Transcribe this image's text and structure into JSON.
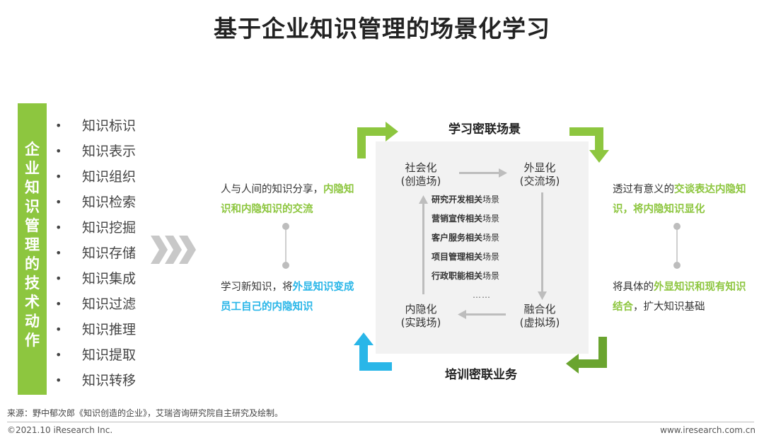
{
  "title": "基于企业知识管理的场景化学习",
  "left_panel": {
    "vertical_label": "企业知识管理的技术动作",
    "items": [
      "知识标识",
      "知识表示",
      "知识组织",
      "知识检索",
      "知识挖掘",
      "知识存储",
      "知识集成",
      "知识过滤",
      "知识推理",
      "知识提取",
      "知识转移"
    ],
    "bullet": "•"
  },
  "left_desc_top": {
    "part1": "人与人间的知识分享，",
    "highlight": "内隐知识和内隐知识的交流"
  },
  "left_desc_bottom": {
    "part1": "学习新知识，将",
    "highlight": "外显知识变成员工自己的内隐知识"
  },
  "right_desc_top": {
    "part1": "透过有意义的",
    "highlight": "交谈表达内隐知识，将内隐知识显化"
  },
  "right_desc_bottom": {
    "part1": "将具体的",
    "highlight": "外显知识和现有知识结合",
    "part2": "，扩大知识基础"
  },
  "cycle": {
    "top_label": "学习密联场景",
    "bottom_label": "培训密联业务",
    "tl": {
      "line1": "社会化",
      "line2": "(创造场)"
    },
    "tr": {
      "line1": "外显化",
      "line2": "(交流场)"
    },
    "bl": {
      "line1": "内隐化",
      "line2": "(实践场)"
    },
    "br": {
      "line1": "融合化",
      "line2": "(虚拟场)"
    },
    "scenes": [
      {
        "bold": "研究开发相关",
        "normal": "场景"
      },
      {
        "bold": "营销宣传相关",
        "normal": "场景"
      },
      {
        "bold": "客户服务相关",
        "normal": "场景"
      },
      {
        "bold": "项目管理相关",
        "normal": "场景"
      },
      {
        "bold": "行政职能相关",
        "normal": "场景"
      }
    ],
    "ellipsis": "……"
  },
  "footer": {
    "source": "来源：野中郁次郎《知识创造的企业》，艾瑞咨询研究院自主研究及绘制。",
    "copyright": "©2021.10 iResearch Inc.",
    "website": "www.iresearch.com.cn"
  },
  "colors": {
    "green": "#8dc63f",
    "cyan": "#29b6e8",
    "dark_green": "#6aa42f",
    "gray_box": "#f2f2f2"
  }
}
